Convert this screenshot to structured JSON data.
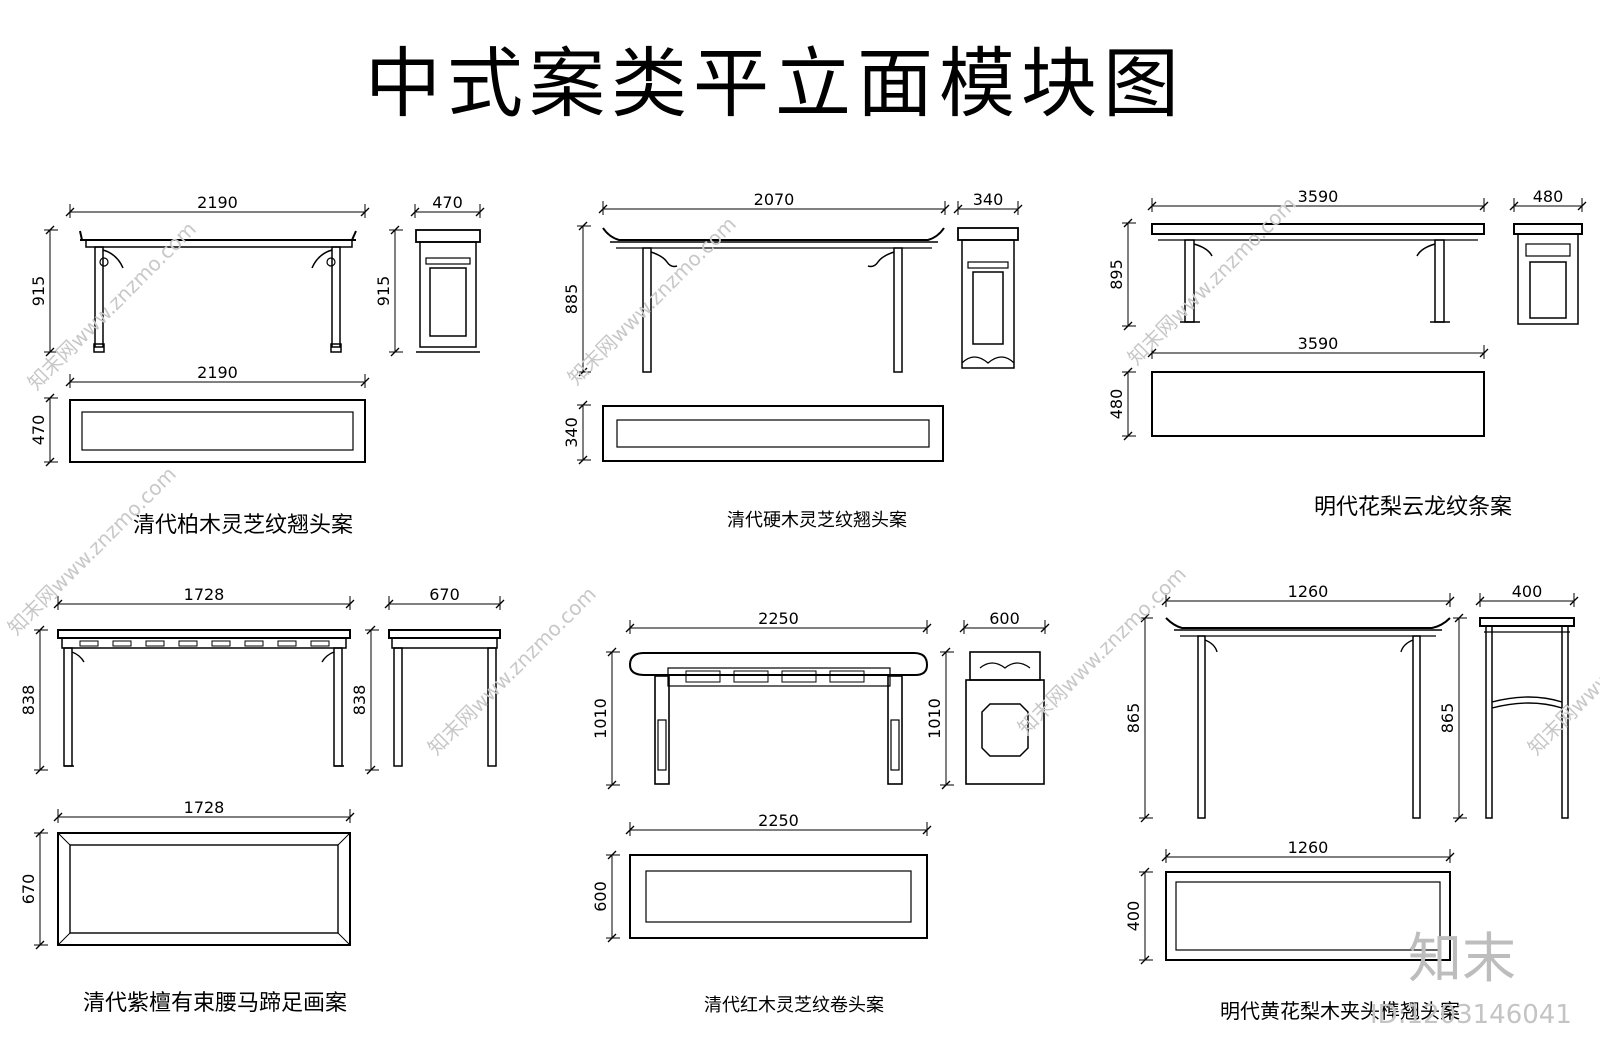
{
  "title": "中式案类平立面模块图",
  "watermark": {
    "text": "知末网www.znzmo.com",
    "logo": "知末",
    "id": "ID:1203146041"
  },
  "panels": [
    {
      "caption": "清代柏木灵芝纹翘头案",
      "front": {
        "width": "2190",
        "height": "915"
      },
      "side": {
        "width": "470",
        "height": "915"
      },
      "plan": {
        "width": "2190",
        "depth": "470"
      }
    },
    {
      "caption": "清代硬木灵芝纹翘头案",
      "front": {
        "width": "2070",
        "height": "885"
      },
      "side": {
        "width": "340"
      },
      "plan": {
        "depth": "340"
      }
    },
    {
      "caption": "明代花梨云龙纹条案",
      "front": {
        "width": "3590",
        "height": "895"
      },
      "side": {
        "width": "480"
      },
      "plan": {
        "width": "3590",
        "depth": "480"
      }
    },
    {
      "caption": "清代紫檀有束腰马蹄足画案",
      "front": {
        "width": "1728",
        "height": "838"
      },
      "side": {
        "width": "670",
        "height": "838"
      },
      "plan": {
        "width": "1728",
        "depth": "670"
      }
    },
    {
      "caption": "清代红木灵芝纹卷头案",
      "front": {
        "width": "2250",
        "height": "1010"
      },
      "side": {
        "width": "600",
        "height": "1010"
      },
      "plan": {
        "width": "2250",
        "depth": "600"
      }
    },
    {
      "caption": "明代黄花梨木夹头榫翘头案",
      "front": {
        "width": "1260",
        "height": "865"
      },
      "side": {
        "width": "400",
        "height": "865"
      },
      "plan": {
        "width": "1260",
        "depth": "400"
      }
    }
  ]
}
